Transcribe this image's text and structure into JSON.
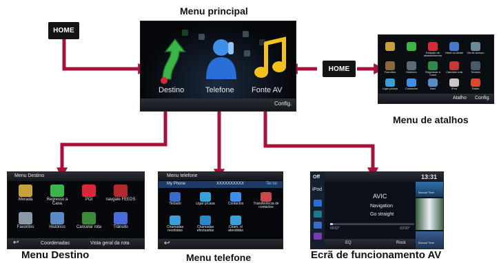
{
  "captions": {
    "main_menu": "Menu principal",
    "shortcuts_menu": "Menu de atalhos",
    "destination_menu": "Menu Destino",
    "phone_menu": "Menu telefone",
    "av_screen": "Ecrã de funcionamento AV"
  },
  "home_button": "HOME",
  "main_screen": {
    "items": [
      "Destino",
      "Telefone",
      "Fonte AV"
    ],
    "config": "Config."
  },
  "shortcuts_screen": {
    "top_labels": [
      "",
      "",
      "Estação de abastecimento",
      "Hotel ou Motel",
      "Via de acesso"
    ],
    "mid_labels": [
      "Favoritos",
      "Histórico",
      "Regressar a Casa",
      "Cancelar rota",
      "Teclado"
    ],
    "low_labels": [
      "Ligar p/casa",
      "Contactos",
      "Navi",
      "iPod",
      "Rádio"
    ],
    "bottom": [
      "Atalho",
      "Config."
    ]
  },
  "destination_screen": {
    "title": "Menu Destino",
    "items": [
      "Morada",
      "Regresso a Casa",
      "POI",
      "navgate FEEDS",
      "Favoritos",
      "Histórico",
      "Cancelar rota",
      "Trânsito"
    ],
    "bottom": [
      "Coordenadas",
      "Vista geral da rota"
    ]
  },
  "phone_screen": {
    "title": "Menu telefone",
    "my_phone": "My Phone",
    "number": "XXXXXXXXXX",
    "call": "Tel no",
    "items": [
      "Teclado",
      "Ligar p/casa",
      "Contactos",
      "Transferência de contactos",
      "Chamadas recebidas",
      "Chamadas efectuadas",
      "Cham. n/ atendidas"
    ]
  },
  "av_screen": {
    "left_tabs": [
      "Off",
      "iPod"
    ],
    "clock": "13:31",
    "source": "AVIC",
    "line1": "Navigation",
    "line2": "Go straight",
    "time_elapsed": "00'02\"",
    "time_remaining": "-02'00\"",
    "eq": "EQ",
    "bottom_right": "Rock",
    "side_caption_top": "Manual Time",
    "side_caption_bottom": "Manual Time"
  },
  "colors": {
    "arrow": "#a8123a",
    "screen_bg": "#05070b",
    "accent_blue": "#2a6fd6"
  }
}
